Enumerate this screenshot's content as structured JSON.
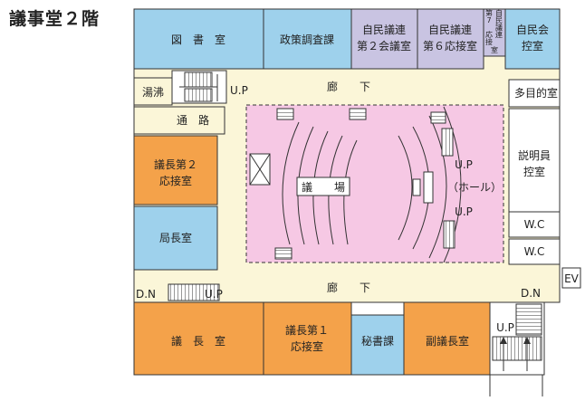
{
  "title": "議事堂２階",
  "colors": {
    "corridor": "#fbf6d8",
    "blue_room": "#9ed1ec",
    "lavender_room": "#c9c4e2",
    "orange_room": "#f4a24a",
    "hall": "#f6c8e4",
    "white_room": "#ffffff"
  },
  "rooms": {
    "toshoshitsu": "図　書　室",
    "seisaku": "政策調査課",
    "jimin_2": [
      "自民議連",
      "第２会議室"
    ],
    "jimin_6": [
      "自民議連",
      "第６応接室"
    ],
    "jimin_7": [
      "第",
      "7",
      "自",
      "民",
      "議",
      "連",
      "応",
      "接",
      "室"
    ],
    "jiminkai": [
      "自民会",
      "控室"
    ],
    "yuwakashi": "湯沸",
    "tsuro": "通　路",
    "gichodai2": [
      "議長第２",
      "応接室"
    ],
    "kyokucho": "局長室",
    "tamokuteki": "多目的室",
    "setsumei": [
      "説明員",
      "控室"
    ],
    "wc1": "W.C",
    "wc2": "W.C",
    "ev": "EV",
    "gicho": "議　長　室",
    "gichodai1": [
      "議長第１",
      "応接室"
    ],
    "hisho": "秘書課",
    "fukugicho": "副議長室",
    "gijo": "議　　場",
    "hall": "（ホール）"
  },
  "corridor": {
    "top": "廊　　下",
    "bottom": "廊　　下"
  },
  "stairs": {
    "up_top": "U.P",
    "up_hall_1": "U.P",
    "up_hall_2": "U.P",
    "dn_left": "D.N",
    "up_bottom_left": "U.P",
    "dn_right": "D.N",
    "up_right": "U.P"
  }
}
